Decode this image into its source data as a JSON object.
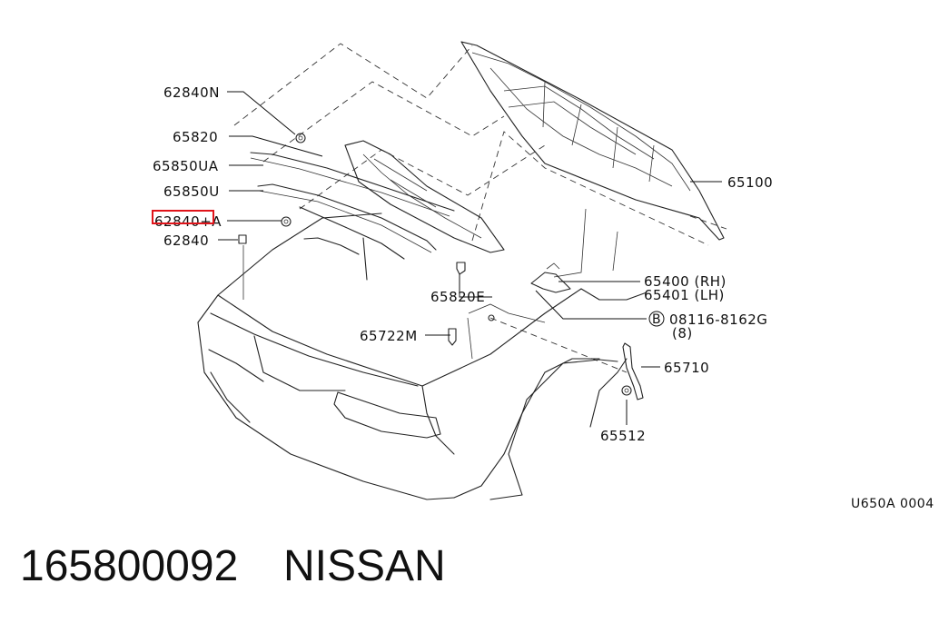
{
  "diagram": {
    "code": "U650A 0004",
    "highlighted_label": "62840+A",
    "callouts": [
      {
        "id": "c1",
        "text": "62840N"
      },
      {
        "id": "c2",
        "text": "65820"
      },
      {
        "id": "c3",
        "text": "65850UA"
      },
      {
        "id": "c4",
        "text": "65850U"
      },
      {
        "id": "c5",
        "text": "62840+A"
      },
      {
        "id": "c6",
        "text": "62840"
      },
      {
        "id": "c7",
        "text": "65100"
      },
      {
        "id": "c8",
        "text": "65400 (RH)"
      },
      {
        "id": "c9",
        "text": "65401 (LH)"
      },
      {
        "id": "c10",
        "text": "65820E"
      },
      {
        "id": "c11",
        "text": "B"
      },
      {
        "id": "c12",
        "text": "08116-8162G"
      },
      {
        "id": "c13",
        "text": "(8)"
      },
      {
        "id": "c14",
        "text": "65722M"
      },
      {
        "id": "c15",
        "text": "65710"
      },
      {
        "id": "c16",
        "text": "65512"
      }
    ]
  },
  "footer": {
    "part_number": "165800092",
    "brand": "NISSAN"
  }
}
